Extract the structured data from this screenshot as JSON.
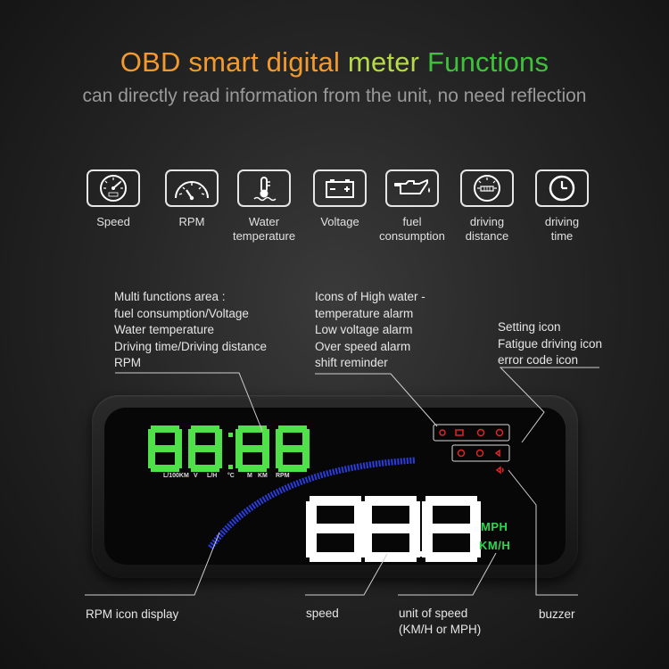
{
  "title": {
    "part1": "OBD smart digital",
    "part2": "meter",
    "part3": "Functions",
    "colors": {
      "part1": "#f29a2e",
      "part2": "#b5d94a",
      "part3": "#3fc13b"
    }
  },
  "subtitle": "can directly read information from the unit, no need reflection",
  "features": [
    {
      "icon": "speedometer-icon",
      "line1": "Speed",
      "line2": ""
    },
    {
      "icon": "tachometer-icon",
      "line1": "RPM",
      "line2": ""
    },
    {
      "icon": "thermometer-icon",
      "line1": "Water",
      "line2": "temperature"
    },
    {
      "icon": "battery-icon",
      "line1": "Voltage",
      "line2": ""
    },
    {
      "icon": "oil-can-icon",
      "line1": "fuel",
      "line2": "consumption"
    },
    {
      "icon": "odometer-icon",
      "line1": "driving",
      "line2": "distance"
    },
    {
      "icon": "clock-icon",
      "line1": "driving",
      "line2": "time"
    }
  ],
  "annotations": {
    "multi": [
      "Multi functions area :",
      "fuel consumption/Voltage",
      "Water temperature",
      "Driving time/Driving distance",
      "RPM"
    ],
    "alarms": [
      "Icons of High water -",
      "temperature alarm",
      "Low voltage alarm",
      "Over speed alarm",
      "shift reminder"
    ],
    "settings": [
      "Setting icon",
      "Fatigue driving icon",
      "error code icon"
    ]
  },
  "display": {
    "unit_labels": [
      "L/100KM",
      "V",
      "L/H",
      "°C",
      "M",
      "KM",
      "RPM"
    ],
    "speed_units": [
      "MPH",
      "KM/H"
    ],
    "colors": {
      "small_digits": "#4fe04a",
      "big_digits": "#ffffff",
      "rpm_arc": "#2a3cdc",
      "alarm_icons": "#e02525"
    }
  },
  "bottom_labels": {
    "rpm_icon": "RPM icon display",
    "speed": "speed",
    "unit_line1": "unit of speed",
    "unit_line2": "(KM/H or MPH)",
    "buzzer": "buzzer"
  }
}
